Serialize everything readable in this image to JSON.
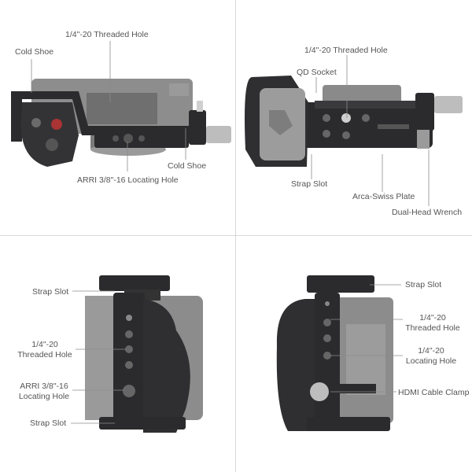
{
  "panels": {
    "top_left": {
      "cold_shoe_left": "Cold Shoe",
      "threaded_hole": "1/4\"-20 Threaded Hole",
      "cold_shoe_right": "Cold Shoe",
      "arri_hole": "ARRI 3/8\"-16 Locating Hole"
    },
    "top_right": {
      "threaded_hole": "1/4\"-20 Threaded Hole",
      "qd_socket": "QD Socket",
      "strap_slot": "Strap Slot",
      "arca_plate": "Arca-Swiss Plate",
      "wrench": "Dual-Head Wrench"
    },
    "bottom_left": {
      "strap_slot_top": "Strap Slot",
      "threaded_hole_line1": "1/4\"-20",
      "threaded_hole_line2": "Threaded Hole",
      "arri_line1": "ARRI 3/8\"-16",
      "arri_line2": "Locating Hole",
      "strap_slot_bottom": "Strap Slot"
    },
    "bottom_right": {
      "strap_slot": "Strap Slot",
      "threaded_hole_line1": "1/4\"-20",
      "threaded_hole_line2": "Threaded Hole",
      "locating_line1": "1/4\"-20",
      "locating_line2": "Locating Hole",
      "hdmi_clamp": "HDMI Cable Clamp"
    }
  },
  "colors": {
    "cage_black": "#2b2b2d",
    "camera_gray": "#8a8a8a",
    "line_gray": "#8c8c8c",
    "divider": "#d8d8d8"
  }
}
